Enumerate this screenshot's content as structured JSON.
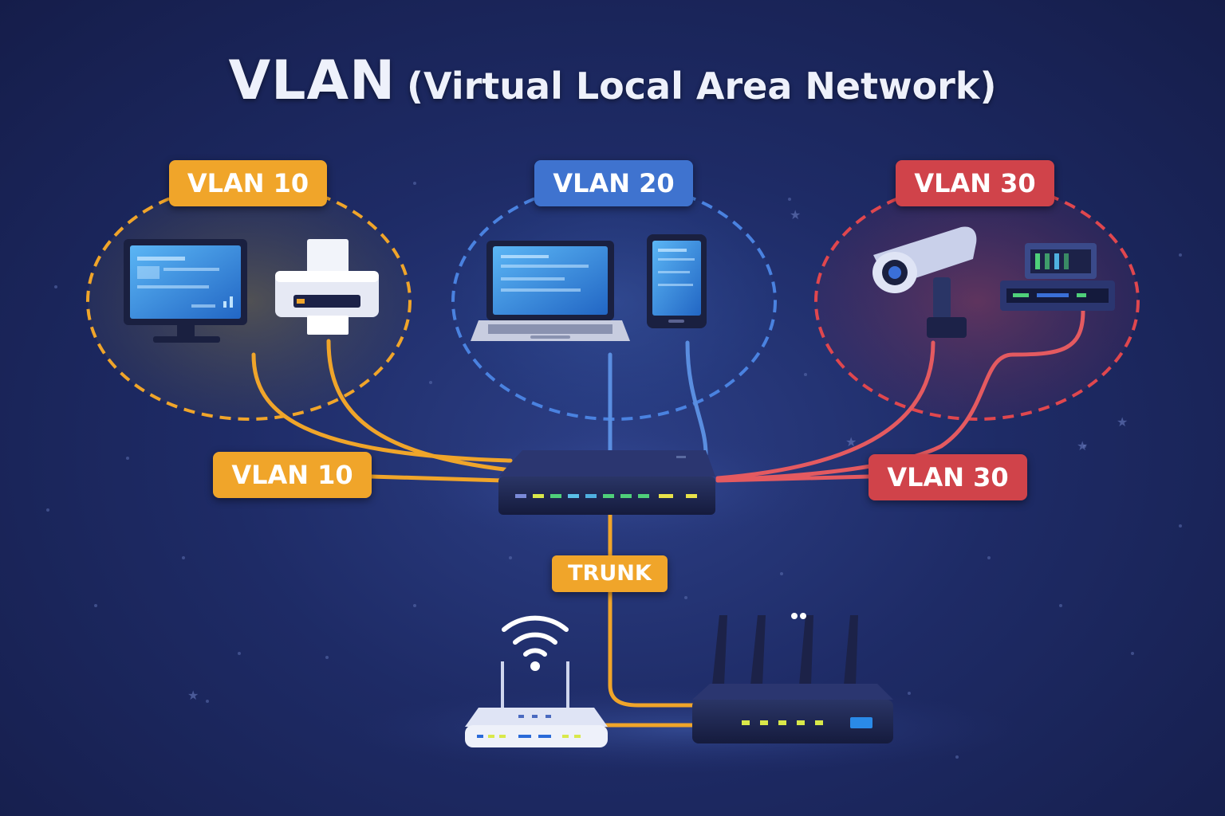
{
  "title": {
    "main": "VLAN",
    "subtitle": "(Virtual Local Area Network)"
  },
  "groups": [
    {
      "id": "vlan10",
      "label": "VLAN 10",
      "color": "#f0a52a",
      "devices": [
        "desktop-monitor-icon",
        "printer-icon"
      ]
    },
    {
      "id": "vlan20",
      "label": "VLAN 20",
      "color": "#4a82e0",
      "devices": [
        "laptop-icon",
        "tablet-icon"
      ]
    },
    {
      "id": "vlan30",
      "label": "VLAN 30",
      "color": "#e0474e",
      "devices": [
        "security-camera-icon",
        "server-rack-icon"
      ]
    }
  ],
  "links": {
    "left_label": "VLAN 10",
    "right_label": "VLAN 30",
    "trunk_label": "TRUNK"
  },
  "devices": {
    "center": "network-switch-icon",
    "bottom_left": "wifi-access-point-icon",
    "bottom_right": "router-icon"
  },
  "colors": {
    "background": "#1e2b66",
    "vlan10": "#f0a52a",
    "vlan20": "#4a82e0",
    "vlan30": "#e0474e",
    "trunk": "#f0a52a"
  }
}
